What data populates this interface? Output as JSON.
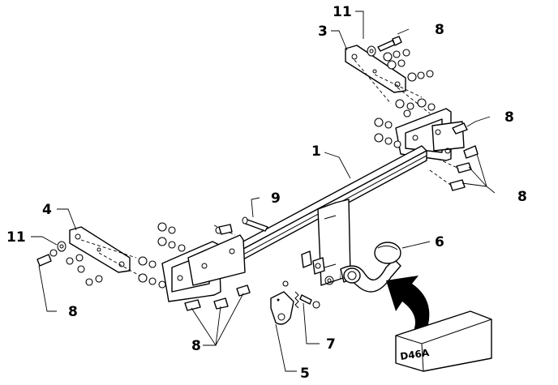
{
  "labels": {
    "l1": "1",
    "l3": "3",
    "l4": "4",
    "l5": "5",
    "l6": "6",
    "l7": "7",
    "l9": "9",
    "l11_top": "11",
    "l11_left": "11",
    "l8_top": "8",
    "l8_upper_right": "8",
    "l8_right": "8",
    "l8_left": "8",
    "l8_bottom": "8"
  },
  "box": {
    "code": "D46A"
  },
  "colors": {
    "line": "#000000",
    "background": "#ffffff"
  }
}
